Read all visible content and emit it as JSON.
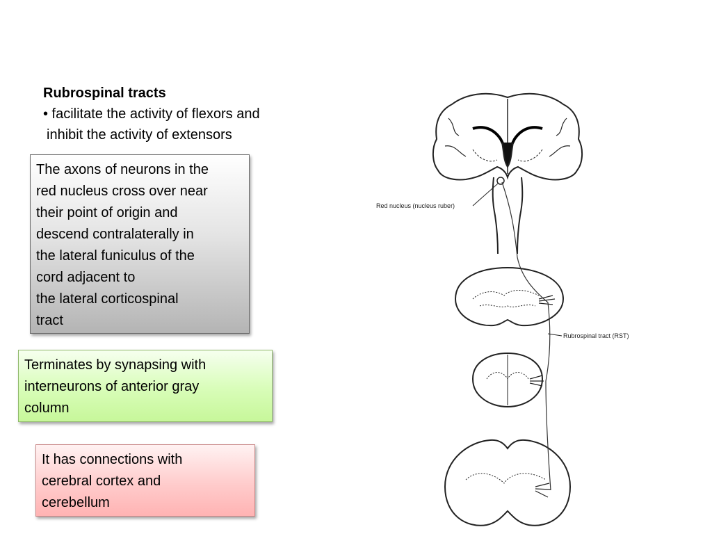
{
  "header": {
    "title": "Rubrospinal tracts",
    "bullet_line1": "• facilitate the activity of flexors and",
    "bullet_line2": "inhibit the activity of extensors"
  },
  "boxes": {
    "gray": "The axons of neurons in the\nred nucleus cross over near\ntheir point of origin and\n descend contralaterally in\nthe lateral funiculus of the\ncord adjacent to\nthe lateral corticospinal\ntract",
    "green": "Terminates by synapsing with\ninterneurons of anterior gray\ncolumn",
    "red": "It has connections with\ncerebral cortex and\ncerebellum"
  },
  "diagram": {
    "label_red_nucleus": "Red nucleus (nucleus ruber)",
    "label_rst": "Rubrospinal tract (RST)"
  }
}
